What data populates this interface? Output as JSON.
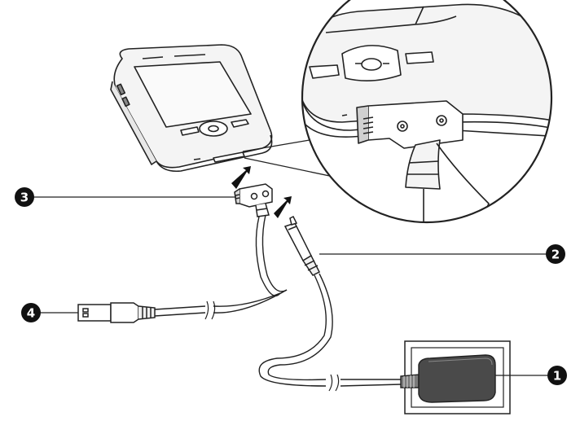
{
  "callouts": [
    {
      "id": "ac-adapter",
      "label": "1"
    },
    {
      "id": "dc-plug",
      "label": "2"
    },
    {
      "id": "sync-connector",
      "label": "3"
    },
    {
      "id": "usb-plug",
      "label": "4"
    }
  ],
  "colors": {
    "line": "#222222",
    "device_fill": "#f4f4f4",
    "adapter_fill": "#4a4a4a",
    "badge": "#111111"
  }
}
